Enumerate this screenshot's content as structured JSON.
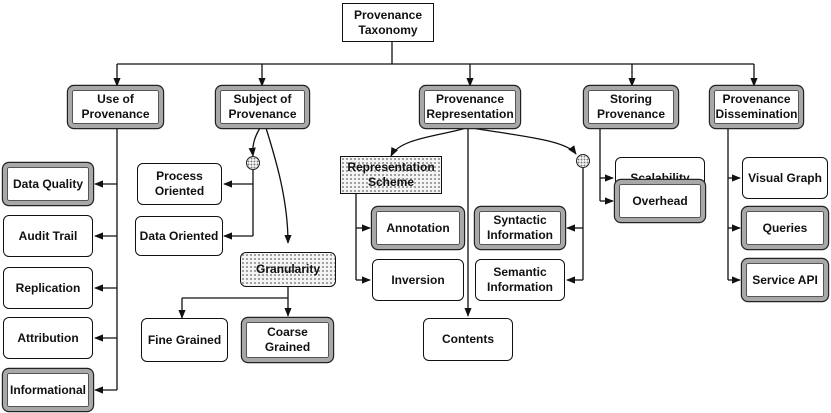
{
  "diagram": {
    "root": "Provenance\nTaxonomy",
    "categories": {
      "use": "Use of\nProvenance",
      "subject": "Subject of\nProvenance",
      "representation": "Provenance\nRepresentation",
      "storing": "Storing\nProvenance",
      "dissemination": "Provenance\nDissemination"
    },
    "use_items": [
      "Data Quality",
      "Audit Trail",
      "Replication",
      "Attribution",
      "Informational"
    ],
    "subject_items": {
      "process": "Process\nOriented",
      "data": "Data Oriented",
      "granularity": "Granularity",
      "fine": "Fine Grained",
      "coarse": "Coarse\nGrained"
    },
    "representation_items": {
      "scheme": "Representation\nScheme",
      "annotation": "Annotation",
      "inversion": "Inversion",
      "contents": "Contents",
      "syntactic": "Syntactic\nInformation",
      "semantic": "Semantic\nInformation"
    },
    "storing_items": [
      "Scalability",
      "Overhead"
    ],
    "dissemination_items": [
      "Visual Graph",
      "Queries",
      "Service API"
    ]
  }
}
